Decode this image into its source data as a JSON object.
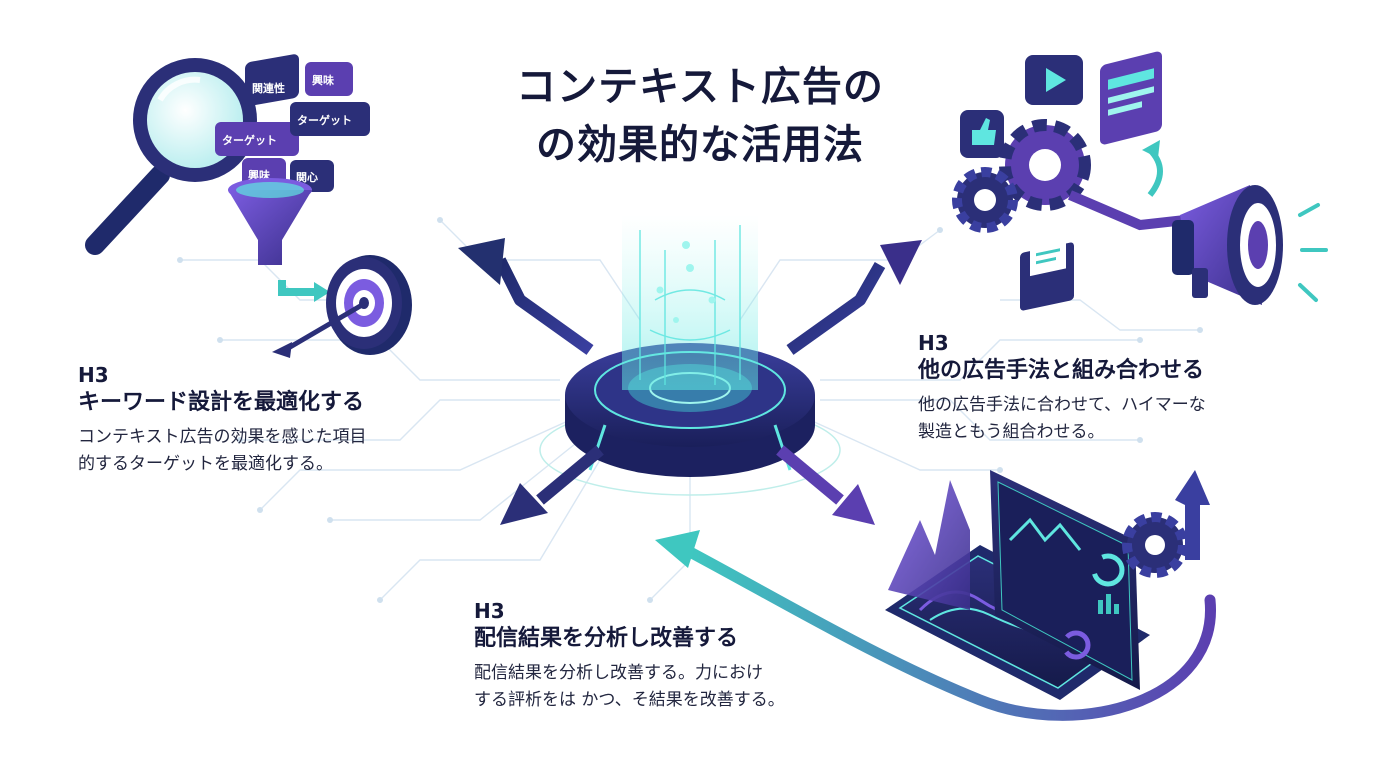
{
  "title": {
    "line1": "コンテキスト広告の",
    "line2": "の効果的な活用法"
  },
  "sections": {
    "keyword": {
      "tag": "H3",
      "heading": "キーワード設計を最適化する",
      "body_line1": "コンテキスト広告の効果を感じた項目",
      "body_line2": "的するターゲットを最適化する。"
    },
    "combine": {
      "tag": "H3",
      "heading": "他の広告手法と組み合わせる",
      "body_line1": "他の広告手法に合わせて、ハイマーな",
      "body_line2": "製造ともう組合わせる。"
    },
    "analyze": {
      "tag": "H3",
      "heading": "配信結果を分析し改善する",
      "body_line1": "配信結果を分析し改善する。力におけ",
      "body_line2": "する評析をは かつ、そ結果を改善する。"
    }
  },
  "illustration_chips": {
    "chip1": "関連性",
    "chip2": "興味",
    "chip3": "ターゲット",
    "chip4": "ターゲット",
    "chip5": "興味",
    "chip6": "関心"
  },
  "colors": {
    "navy": "#2b2f78",
    "purple": "#5b3fb0",
    "violet": "#7b5ce0",
    "teal": "#3fc7c0",
    "cyan": "#5fe6e0",
    "text": "#15193a"
  },
  "icons": [
    "magnifier-icon",
    "funnel-icon",
    "target-icon",
    "gear-icon",
    "megaphone-icon",
    "video-icon",
    "thumbs-up-icon",
    "envelope-icon",
    "browser-window-icon",
    "laptop-dashboard-icon",
    "platform-icon"
  ]
}
